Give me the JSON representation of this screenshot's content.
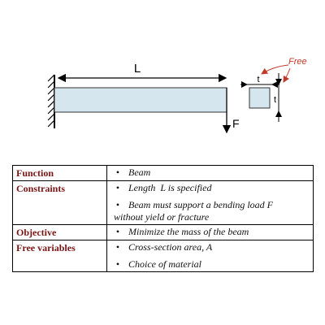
{
  "diagram": {
    "length_label": "L",
    "force_label": "F",
    "thickness_label_top": "t",
    "thickness_label_side": "t",
    "free_label": "Free"
  },
  "table": {
    "rows": [
      {
        "heading": "Function",
        "items": [
          "Beam"
        ]
      },
      {
        "heading": "Constraints",
        "items": [
          "Length  L is specified",
          "Beam must support a bending load F",
          "without yield or fracture"
        ]
      },
      {
        "heading": "Objective",
        "items": [
          "Minimize the mass of the beam"
        ]
      },
      {
        "heading": "Free variables",
        "items": [
          "Cross-section area, A",
          "Choice of material"
        ]
      }
    ]
  },
  "colors": {
    "beam_fill": "#d6e6ee",
    "heading_text": "#7a1414",
    "free_label": "#c0392b"
  }
}
